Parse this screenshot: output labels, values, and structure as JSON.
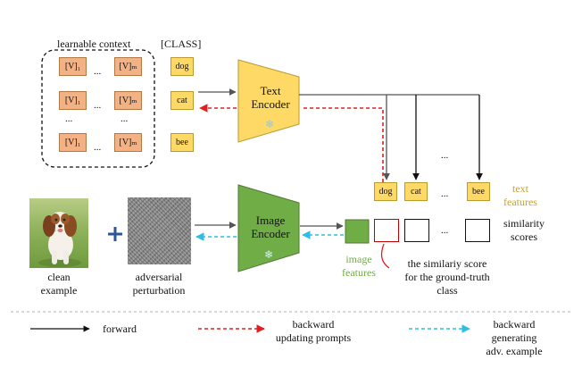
{
  "context": {
    "title": "learnable context",
    "rows": [
      [
        "[V]₁",
        "[V]ₘ"
      ],
      [
        "[V]₁",
        "[V]ₘ"
      ],
      [
        "[V]₁",
        "[V]ₘ"
      ]
    ],
    "ellipsis_h": "...",
    "ellipsis_v": "..."
  },
  "classes": {
    "title": "[CLASS]",
    "items": [
      "dog",
      "cat",
      "bee"
    ]
  },
  "encoders": {
    "text": [
      "Text",
      "Encoder"
    ],
    "image": [
      "Image",
      "Encoder"
    ],
    "frozen_icon": "snowflake-icon"
  },
  "inputs": {
    "clean_label": [
      "clean",
      "example"
    ],
    "perturbation_label": [
      "adversarial",
      "perturbation"
    ],
    "plus": "+"
  },
  "outputs": {
    "text_feature_labels": [
      "dog",
      "cat",
      "bee"
    ],
    "text_features_label": [
      "text",
      "features"
    ],
    "image_features_label": [
      "image",
      "features"
    ],
    "similarity_label": [
      "similarity",
      "scores"
    ],
    "gt_label": [
      "the similariy score",
      "for the ground-truth",
      "class"
    ],
    "ellipsis": "..."
  },
  "legend": {
    "forward": "forward",
    "backward_prompts": [
      "backward",
      "updating prompts"
    ],
    "backward_adv": [
      "backward",
      "generating",
      "adv. example"
    ]
  },
  "colors": {
    "token_fill": "#f4b183",
    "class_fill": "#ffd966",
    "text_encoder": "#ffd966",
    "image_encoder": "#70ad47",
    "image_feature": "#70ad47",
    "text_features_label": "#c9a227",
    "image_features_label": "#70ad47",
    "prompt_backward": "#e02020",
    "adv_backward": "#2bbfe6",
    "gt_box": "#c00000"
  }
}
